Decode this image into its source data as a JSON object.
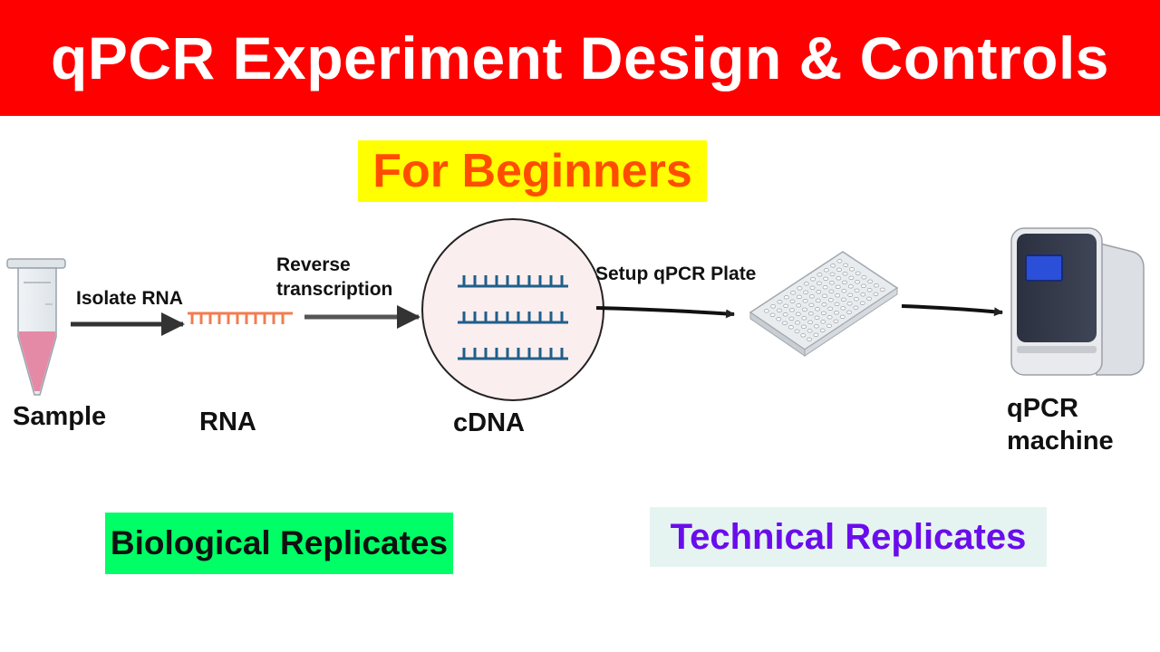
{
  "header": {
    "title": "qPCR Experiment Design & Controls",
    "subtitle": "For Beginners"
  },
  "workflow": {
    "sample_label": "Sample",
    "step1_label": "Isolate RNA",
    "rna_label": "RNA",
    "step2_line1": "Reverse",
    "step2_line2": "transcription",
    "cdna_label": "cDNA",
    "step3_label": "Setup qPCR Plate",
    "machine_line1": "qPCR",
    "machine_line2": "machine"
  },
  "replicates": {
    "biological": "Biological Replicates",
    "technical": "Technical Replicates"
  },
  "colors": {
    "banner": "#ff0000",
    "subtitle_bg": "#ffff00",
    "subtitle_text": "#ff4d00",
    "biological_bg": "#00ff66",
    "technical_bg": "#e6f4f1",
    "technical_text": "#6a0dec",
    "rna_strand": "#f07d52",
    "cdna_strand": "#1f5f8b",
    "sample_liquid": "#e58aa6"
  }
}
